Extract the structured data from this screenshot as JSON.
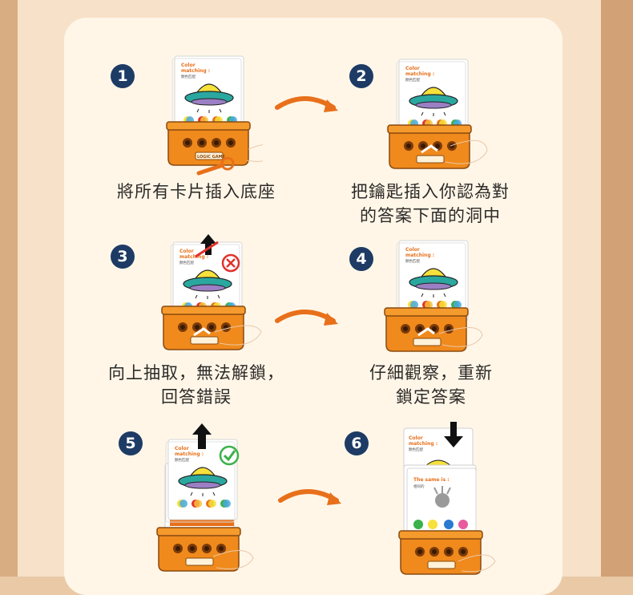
{
  "steps": [
    {
      "number": "1",
      "caption_lines": [
        "將所有卡片插入底座"
      ]
    },
    {
      "number": "2",
      "caption_lines": [
        "把鑰匙插入你認為對",
        "的答案下面的洞中"
      ]
    },
    {
      "number": "3",
      "caption_lines": [
        "向上抽取，無法解鎖，",
        "回答錯誤"
      ]
    },
    {
      "number": "4",
      "caption_lines": [
        "仔細觀察，重新",
        "鎖定答案"
      ]
    },
    {
      "number": "5",
      "caption_lines": []
    },
    {
      "number": "6",
      "caption_lines": []
    }
  ],
  "card": {
    "title": "Color matching :",
    "subtitle": "顏色匹配",
    "title_line1": "Color",
    "title_line2": "matching :"
  },
  "card6_back": {
    "title": "The same is :",
    "subtitle": "相同的"
  },
  "base_label": "LOGIC GAME",
  "colors": {
    "accent": "#e8701a",
    "base": "#f08a1c",
    "step_badge": "#1d3b64",
    "ufo_dome": "#f7e13a",
    "ufo_body": "#2aa8a0",
    "wrong": "#e0322d",
    "right": "#3ab14a"
  },
  "icons": {
    "arrow": "curved-arrow-icon",
    "wrong": "wrong-x-icon",
    "right": "correct-check-icon",
    "up": "up-arrow-icon",
    "down": "down-arrow-icon"
  }
}
